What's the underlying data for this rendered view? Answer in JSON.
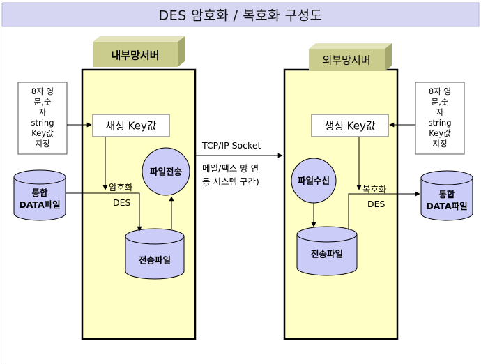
{
  "title": "DES 암호화 / 복호화 구성도",
  "internal": {
    "server_label": "내부망서버",
    "note_lines": [
      "8자 영",
      "문,숫",
      "자",
      "string",
      "Key값",
      "지정"
    ],
    "key_box": "새성 Key값",
    "db_lines": [
      "통합",
      "DATA파일"
    ],
    "op_label": "암호화",
    "op_algo": "DES",
    "action": "파일전송",
    "transfer_file": "전송파일"
  },
  "external": {
    "server_label": "외부망서버",
    "note_lines": [
      "8자 영",
      "문,숫",
      "자",
      "string",
      "Key값",
      "지정"
    ],
    "key_box": "생성 Key값",
    "db_lines": [
      "통합",
      "DATA파일"
    ],
    "op_label": "복호화",
    "op_algo": "DES",
    "action": "파일수신",
    "transfer_file": "전송파일"
  },
  "link": {
    "protocol": "TCP/IP Socket",
    "desc_lines": [
      "메일/팩스 망 연",
      "동 시스템 구간)"
    ]
  },
  "colors": {
    "title_bar": "#d6d6f2",
    "server_panel": "#ffffc6",
    "tab_front": "#cacc8e",
    "tab_side": "#a5a86c",
    "shape_fill": "#ccccf8",
    "line": "#000000"
  }
}
